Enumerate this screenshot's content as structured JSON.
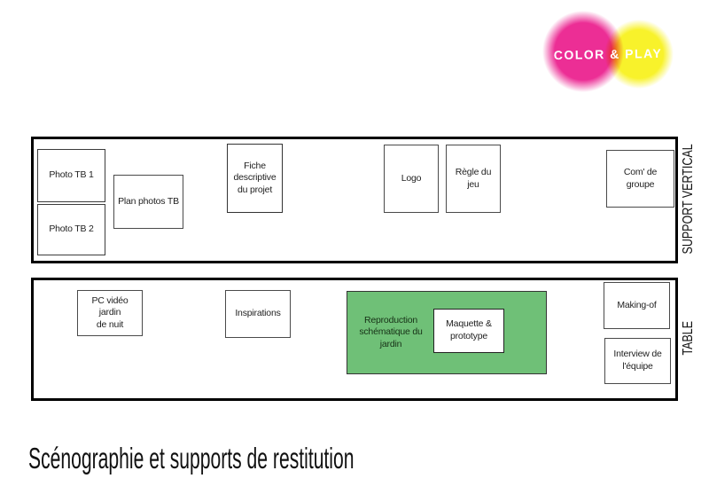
{
  "logo": {
    "text": "COLOR & PLAY",
    "pink_color": "#EC2E95",
    "yellow_color": "#F8F22B",
    "overlap_color": "#EE5A3A",
    "text_color": "#FFFFFF"
  },
  "panels": {
    "vertical": {
      "label": "SUPPORT VERTICAL",
      "boxes": [
        {
          "label": "Photo TB 1"
        },
        {
          "label": "Photo TB 2"
        },
        {
          "label": "Plan photos TB"
        },
        {
          "label": "Fiche\ndescriptive\ndu projet"
        },
        {
          "label": "Logo"
        },
        {
          "label": "Règle du jeu"
        },
        {
          "label": "Com' de groupe"
        }
      ]
    },
    "table": {
      "label": "TABLE",
      "boxes": [
        {
          "label": "PC vidéo jardin\nde nuit"
        },
        {
          "label": "Inspirations"
        },
        {
          "label": "Reproduction\nschématique du\njardin",
          "fill_color": "#6FC077"
        },
        {
          "label": "Maquette &\nprototype"
        },
        {
          "label": "Making-of"
        },
        {
          "label": "Interview de\nl'équipe"
        }
      ]
    }
  },
  "title": "Scénographie et supports de restitution"
}
